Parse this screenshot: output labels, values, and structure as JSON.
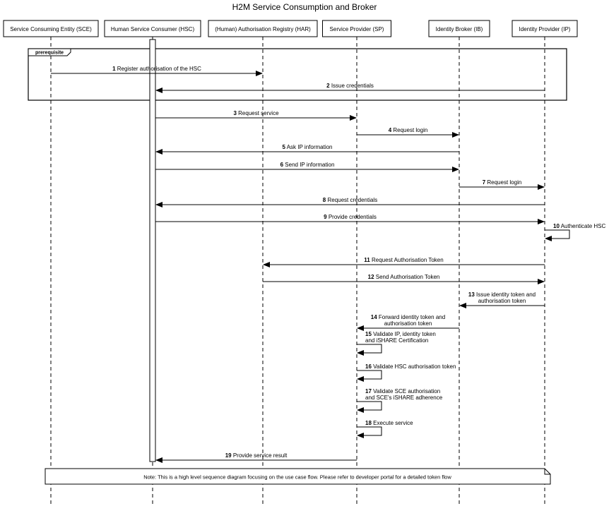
{
  "title": "H2M Service Consumption and Broker",
  "actors": [
    {
      "id": "sce",
      "label": "Service Consuming Entity (SCE)"
    },
    {
      "id": "hsc",
      "label": "Human Service Consumer (HSC)"
    },
    {
      "id": "har",
      "label": "(Human) Authorisation Registry (HAR)"
    },
    {
      "id": "sp",
      "label": "Service Provider (SP)"
    },
    {
      "id": "ib",
      "label": "Identity Broker (IB)"
    },
    {
      "id": "ip",
      "label": "Identity Provider (IP)"
    }
  ],
  "frame": {
    "label": "prerequisite"
  },
  "messages": [
    {
      "num": "1",
      "lines": [
        "Register authorisation of the HSC"
      ],
      "from": "sce",
      "to": "har"
    },
    {
      "num": "2",
      "lines": [
        "Issue credentials"
      ],
      "from": "ip",
      "to": "hsc"
    },
    {
      "num": "3",
      "lines": [
        "Request service"
      ],
      "from": "hsc",
      "to": "sp"
    },
    {
      "num": "4",
      "lines": [
        "Request login"
      ],
      "from": "sp",
      "to": "ib"
    },
    {
      "num": "5",
      "lines": [
        "Ask IP information"
      ],
      "from": "ib",
      "to": "hsc"
    },
    {
      "num": "6",
      "lines": [
        "Send IP information"
      ],
      "from": "hsc",
      "to": "ib"
    },
    {
      "num": "7",
      "lines": [
        "Request login"
      ],
      "from": "ib",
      "to": "ip"
    },
    {
      "num": "8",
      "lines": [
        "Request credentials"
      ],
      "from": "ip",
      "to": "hsc"
    },
    {
      "num": "9",
      "lines": [
        "Provide credentials"
      ],
      "from": "hsc",
      "to": "ip"
    },
    {
      "num": "10",
      "lines": [
        "Authenticate HSC"
      ],
      "from": "ip",
      "to": "ip"
    },
    {
      "num": "11",
      "lines": [
        "Request Authorisation Token"
      ],
      "from": "ip",
      "to": "har"
    },
    {
      "num": "12",
      "lines": [
        "Send Authorisation Token"
      ],
      "from": "har",
      "to": "ip"
    },
    {
      "num": "13",
      "lines": [
        "Issue identity token and",
        "authorisation token"
      ],
      "from": "ip",
      "to": "ib"
    },
    {
      "num": "14",
      "lines": [
        "Forward identity token and",
        "authorisation token"
      ],
      "from": "ib",
      "to": "sp"
    },
    {
      "num": "15",
      "lines": [
        "Validate IP, identity token",
        "and iSHARE Certification"
      ],
      "from": "sp",
      "to": "sp"
    },
    {
      "num": "16",
      "lines": [
        "Validate HSC authorisation token"
      ],
      "from": "sp",
      "to": "sp"
    },
    {
      "num": "17",
      "lines": [
        "Validate SCE authorisation",
        "and SCE's iSHARE adherence"
      ],
      "from": "sp",
      "to": "sp"
    },
    {
      "num": "18",
      "lines": [
        "Execute service"
      ],
      "from": "sp",
      "to": "sp"
    },
    {
      "num": "19",
      "lines": [
        "Provide service result"
      ],
      "from": "sp",
      "to": "hsc"
    }
  ],
  "note": "Note: This is a high level sequence diagram focusing on the use case flow. Please refer to developer portal for a detailed token flow"
}
